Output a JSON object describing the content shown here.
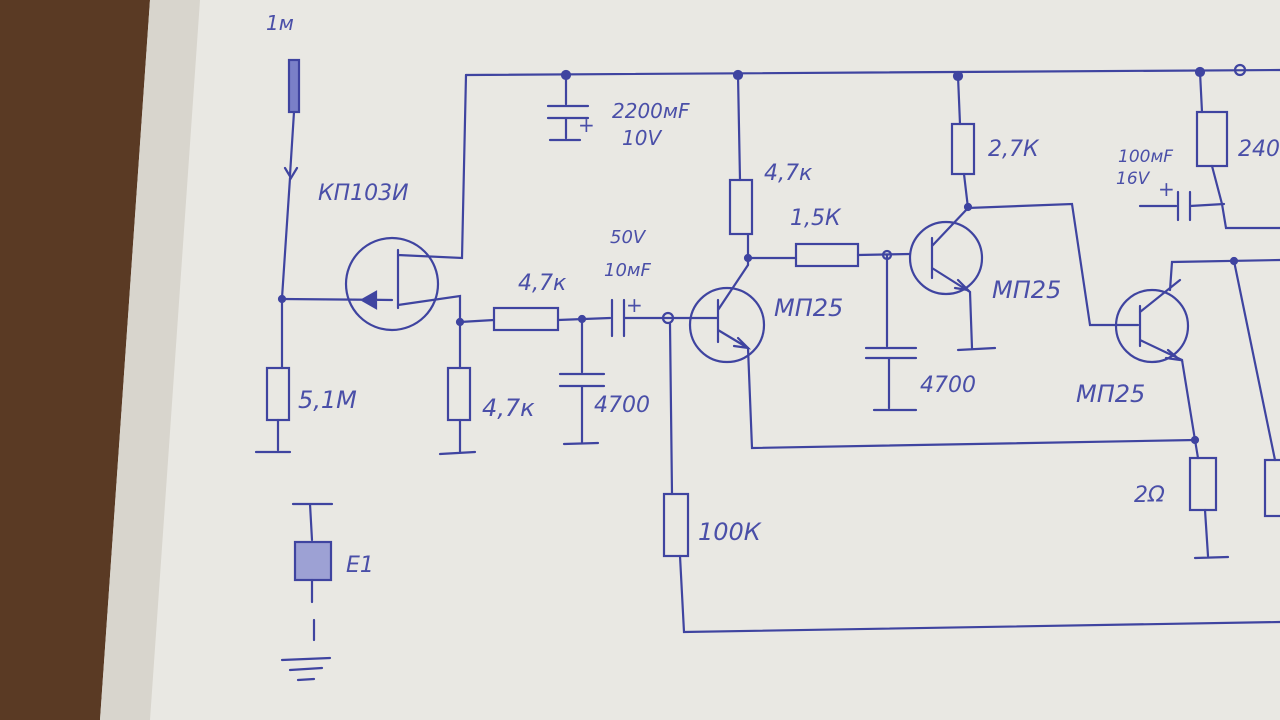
{
  "colors": {
    "ink": "#3f44a0",
    "paper": "#ecebe6",
    "wood": "#5a3a24"
  },
  "labels": {
    "antenna": "1м",
    "fet": "КП103И",
    "r_gate": "5,1М",
    "r_source": "4,7к",
    "r_series": "4,7к",
    "c_shunt1": "4700",
    "c_coupling_v": "50V",
    "c_coupling_c": "10мF",
    "c_supply_c": "2200мF",
    "c_supply_v": "10V",
    "r_collector1": "4,7к",
    "r_base2": "1,5К",
    "c_shunt2": "4700",
    "t1": "МП25",
    "t2": "МП25",
    "t3": "МП25",
    "r_collector2": "2,7К",
    "c_out_c": "100мF",
    "c_out_v": "16V",
    "r_240": "240",
    "r_emitter": "2Ω",
    "r_feedback": "100К",
    "e1": "Е1"
  }
}
